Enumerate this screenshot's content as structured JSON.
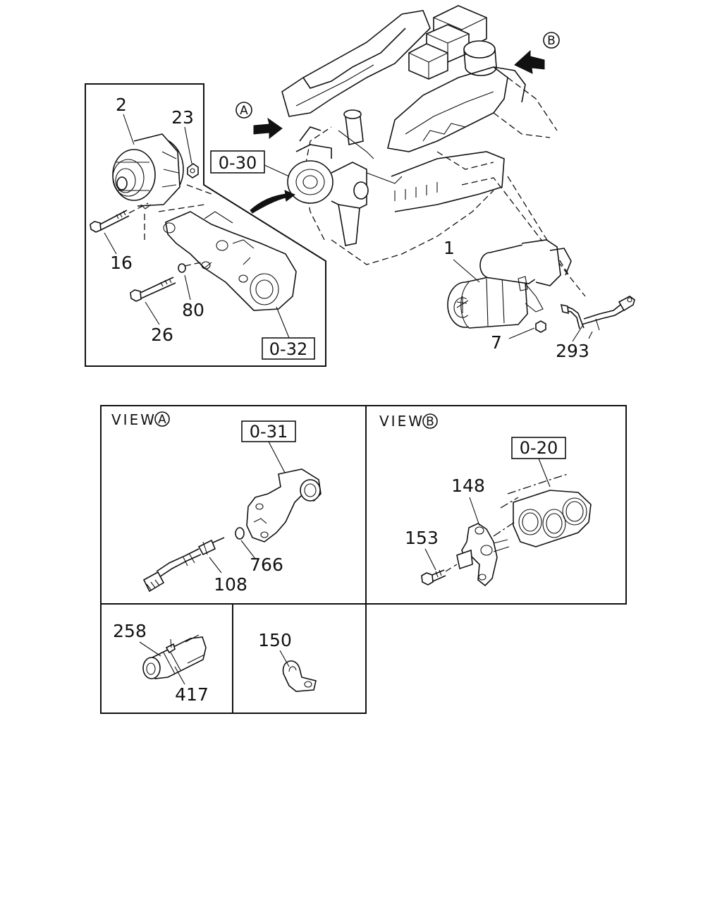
{
  "callouts": {
    "alternator": "2",
    "nut": "23",
    "bolt_alt": "16",
    "washer": "80",
    "bolt_long": "26",
    "starter": "1",
    "starter_nut": "7",
    "cable": "293",
    "sensor": "108",
    "gasket_ring": "766",
    "bracket": "148",
    "bolt_bracket": "153",
    "clamp_sleeve": "258",
    "tie": "417",
    "clip": "150"
  },
  "refs": {
    "water_pump": "0-30",
    "bracket_housing": "0-32",
    "thermostat_housing": "0-31",
    "exhaust_manifold": "0-20"
  },
  "view_markers": {
    "a": "A",
    "b": "B"
  },
  "views": {
    "a_word": "VIEW",
    "a_letter": "A",
    "b_word": "VIEW",
    "b_letter": "B"
  }
}
